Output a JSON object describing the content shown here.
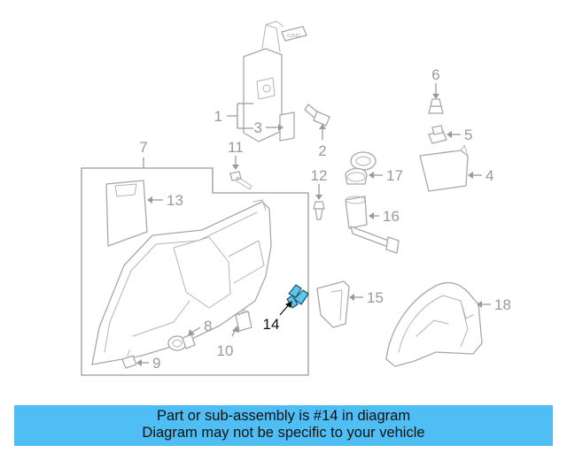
{
  "diagram": {
    "callouts": {
      "c1": "1",
      "c2": "2",
      "c3": "3",
      "c4": "4",
      "c5": "5",
      "c6": "6",
      "c7": "7",
      "c8": "8",
      "c9": "9",
      "c10": "10",
      "c11": "11",
      "c12": "12",
      "c13": "13",
      "c14": "14",
      "c15": "15",
      "c16": "16",
      "c17": "17",
      "c18": "18"
    },
    "highlight_color": "#5bc6ee"
  },
  "banner": {
    "line1": "Part or sub-assembly is #14 in diagram",
    "line2": "Diagram may not be specific to your vehicle",
    "background": "#4fbef5"
  }
}
